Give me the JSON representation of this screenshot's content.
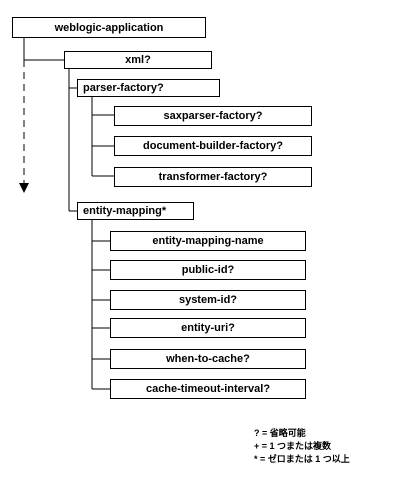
{
  "nodes": {
    "weblogic_application": "weblogic-application",
    "xml": "xml?",
    "parser_factory": "parser-factory?",
    "saxparser_factory": "saxparser-factory?",
    "document_builder_factory": "document-builder-factory?",
    "transformer_factory": "transformer-factory?",
    "entity_mapping": "entity-mapping*",
    "entity_mapping_name": "entity-mapping-name",
    "public_id": "public-id?",
    "system_id": "system-id?",
    "entity_uri": "entity-uri?",
    "when_to_cache": "when-to-cache?",
    "cache_timeout_interval": "cache-timeout-interval?"
  },
  "legend": {
    "optional": "? = 省略可能",
    "one_or_more": "+ = 1 つまたは複数",
    "zero_or_more": "* = ゼロまたは 1 つ以上"
  }
}
